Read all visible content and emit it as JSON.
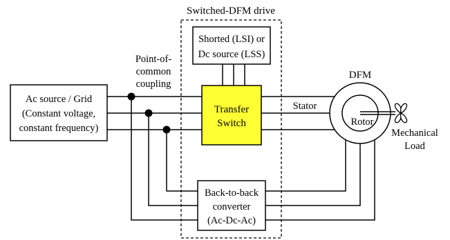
{
  "drive_title": "Switched-DFM drive",
  "ac_source": {
    "line1": "Ac source / Grid",
    "line2": "(Constant voltage,",
    "line3": "constant frequency)"
  },
  "pcc": {
    "line1": "Point-of-",
    "line2": "common",
    "line3": "coupling"
  },
  "shorted_box": {
    "line1": "Shorted (LSI) or",
    "line2": "Dc source (LSS)"
  },
  "transfer_switch": {
    "line1": "Transfer",
    "line2": "Switch",
    "fill": "#ffff33"
  },
  "converter": {
    "line1": "Back-to-back",
    "line2": "converter",
    "line3": "(Ac-Dc-Ac)"
  },
  "dfm_label": "DFM",
  "stator_label": "Stator",
  "rotor_label": "Rotor",
  "load": {
    "line1": "Mechanical",
    "line2": "Load"
  }
}
